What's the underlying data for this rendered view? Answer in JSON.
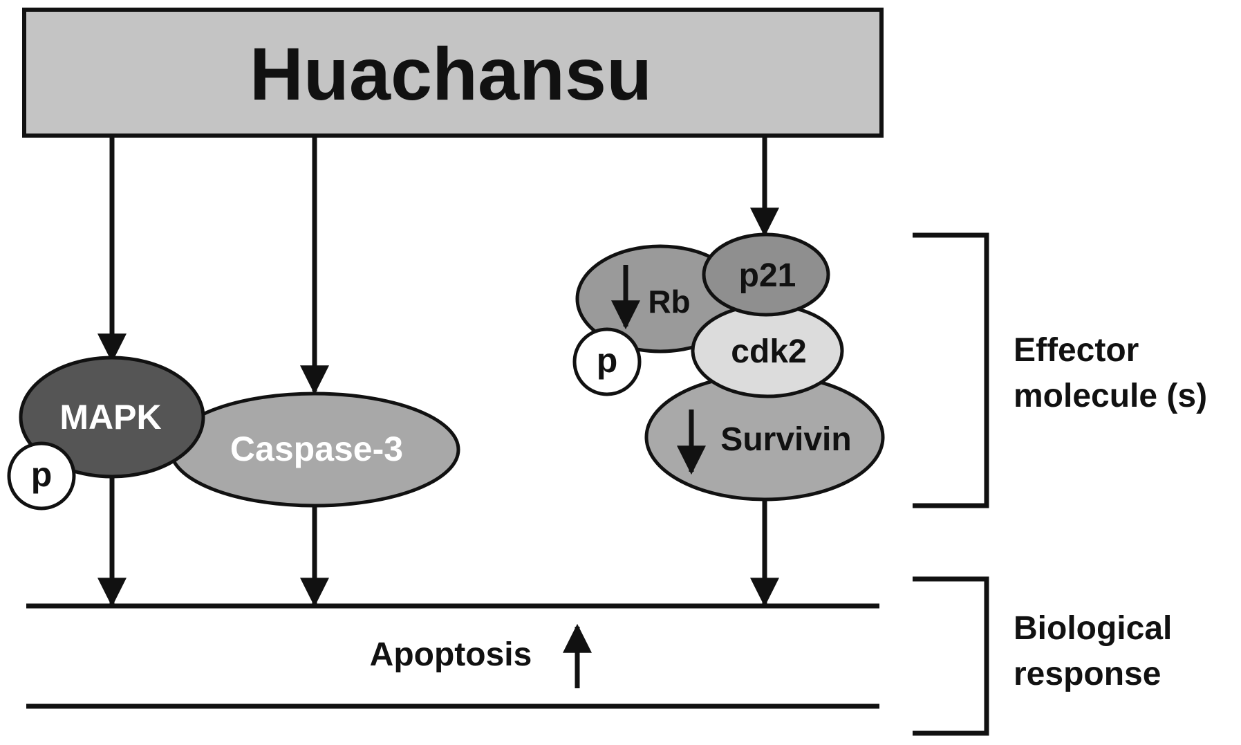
{
  "title": "Huachansu",
  "molecules": {
    "mapk": "MAPK",
    "caspase3": "Caspase-3",
    "rb": "Rb",
    "p21": "p21",
    "cdk2": "cdk2",
    "survivin": "Survivin",
    "phospho": "p"
  },
  "response": {
    "apoptosis": "Apoptosis"
  },
  "brackets": {
    "effector_line1": "Effector",
    "effector_line2": "molecule (s)",
    "biological_line1": "Biological",
    "biological_line2": "response"
  },
  "colors": {
    "title_box": "#c4c4c4",
    "mapk": "#555555",
    "caspase3": "#a8a8a8",
    "rb": "#9a9a9a",
    "p21": "#8f8f8f",
    "cdk2": "#dcdcdc",
    "survivin": "#a9a9a9",
    "stroke": "#111111"
  }
}
